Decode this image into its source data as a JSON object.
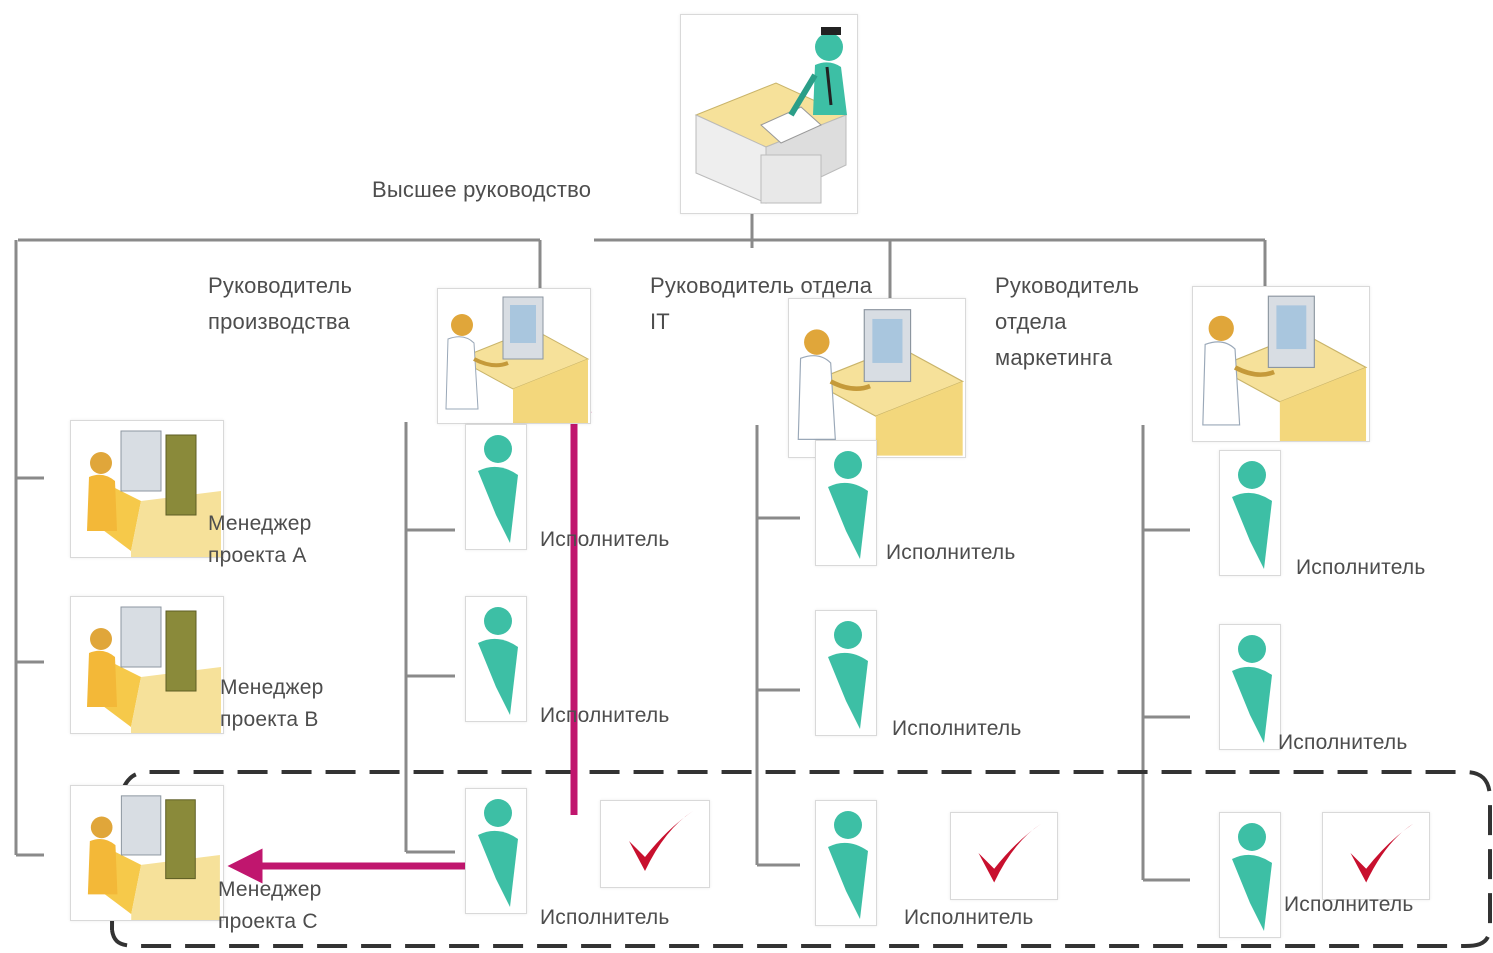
{
  "labels": {
    "top_management": "Высшее руководство",
    "production_head": "Руководитель\nпроизводства",
    "it_head": "Руководитель отдела\nIT",
    "marketing_head": "Руководитель\nотдела\nмаркетинга",
    "manager_a": "Менеджер\nпроекта A",
    "manager_b": "Менеджер\nпроекта B",
    "manager_c": "Менеджер\nпроекта C",
    "performer": "Исполнитель"
  },
  "colors": {
    "line": "#8a8a8a",
    "arrow": "#c0166e",
    "dashed_frame": "#333333",
    "check": "#c8102e",
    "person_teal": "#3dbfa5",
    "desk_yellow": "#f6e19a"
  },
  "icons": {
    "executive": "executive-at-desk-icon",
    "department_head": "worker-at-computer-icon",
    "project_manager": "manager-at-computer-icon",
    "performer": "person-icon",
    "done": "checkmark-icon"
  }
}
